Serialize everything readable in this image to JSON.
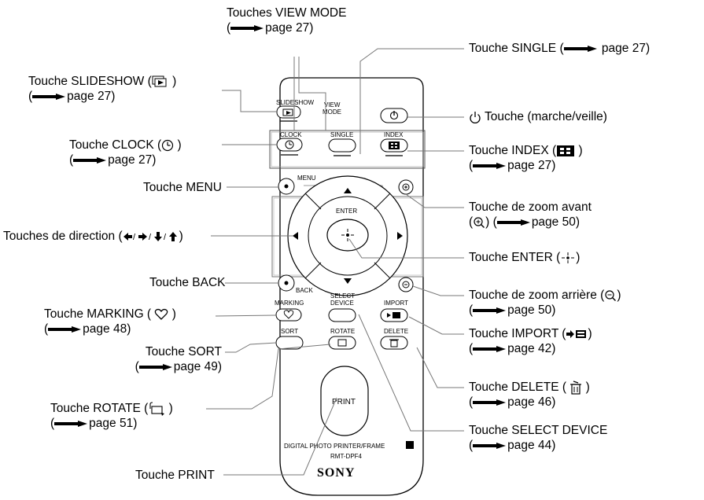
{
  "labels": {
    "view_mode": "Touches VIEW MODE",
    "view_mode_page": "page 27)",
    "single": "Touche SINGLE (",
    "single_page": "page 27)",
    "slideshow": "Touche SLIDESHOW (",
    "slideshow_page": "page 27)",
    "power": "Touche (marche/veille)",
    "clock": "Touche CLOCK (",
    "clock_page": "page 27)",
    "index": "Touche INDEX (",
    "index_page": "page 27)",
    "menu": "Touche MENU",
    "zoom_in": "Touche de zoom avant",
    "zoom_in_page": "page 50)",
    "direction": "Touches de direction (",
    "enter": "Touche ENTER (",
    "back": "Touche BACK",
    "zoom_out": "Touche de zoom arrière (",
    "zoom_out_page": "page 50)",
    "marking": "Touche MARKING (",
    "marking_page": "page 48)",
    "import": "Touche IMPORT (",
    "import_page": "page 42)",
    "sort": "Touche SORT",
    "sort_page": "page 49)",
    "delete": "Touche DELETE (",
    "delete_page": "page 46)",
    "rotate": "Touche ROTATE (",
    "rotate_page": "page 51)",
    "select_device": "Touche SELECT DEVICE",
    "select_device_page": "page 44)",
    "print": "Touche PRINT"
  },
  "remote": {
    "slideshow": "SLIDESHOW",
    "view": "VIEW",
    "mode": "MODE",
    "clock": "CLOCK",
    "single": "SINGLE",
    "index": "INDEX",
    "menu": "MENU",
    "enter": "ENTER",
    "back": "BACK",
    "select": "SELECT",
    "device": "DEVICE",
    "marking": "MARKING",
    "import": "IMPORT",
    "sort": "SORT",
    "rotate": "ROTATE",
    "delete": "DELETE",
    "print": "PRINT",
    "model_line": "DIGITAL PHOTO PRINTER/FRAME",
    "model": "RMT-DPF4",
    "brand": "SONY"
  }
}
